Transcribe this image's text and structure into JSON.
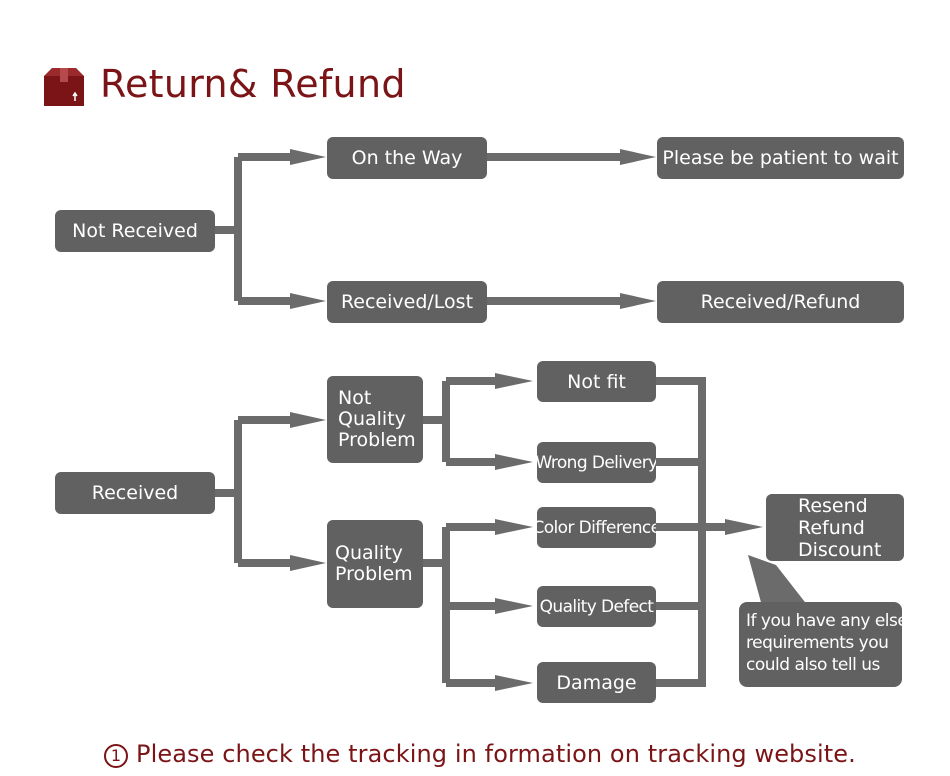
{
  "header": {
    "title": "Return& Refund",
    "icon": "package-box-icon"
  },
  "colors": {
    "accent": "#7a1416",
    "node": "#616161",
    "connector": "#6b6b6b"
  },
  "nodes": {
    "not_received": "Not Received",
    "on_the_way": "On the Way",
    "patient": "Please be patient to wait",
    "received_lost": "Received/Lost",
    "received_refund": "Received/Refund",
    "received": "Received",
    "not_quality": [
      "Not",
      "Quality",
      "Problem"
    ],
    "quality_problem": [
      "Quality",
      "Problem"
    ],
    "not_fit": "Not fit",
    "wrong_delivery": "Wrong Delivery",
    "color_difference": "Color Difference",
    "quality_defect": "Quality Defect",
    "damage": "Damage",
    "resend": [
      "Resend",
      "Refund",
      "Discount"
    ]
  },
  "note": {
    "lines": [
      "If you have any else",
      "requirements you",
      "could also tell us"
    ]
  },
  "footer": {
    "marker": "1",
    "text": "Please check the tracking in formation on tracking website."
  }
}
